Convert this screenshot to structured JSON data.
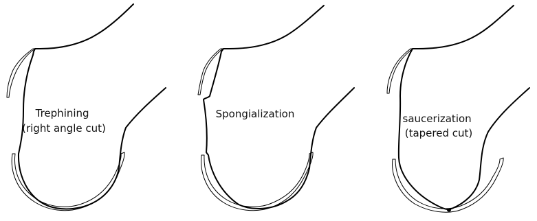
{
  "panels": [
    {
      "id": "trephining",
      "label_lines": [
        "Trephining",
        "(right angle cut)"
      ]
    },
    {
      "id": "spongialization",
      "label_lines": [
        "Spongialization"
      ]
    },
    {
      "id": "saucerization",
      "label_lines": [
        "saucerization",
        "(tapered cut)"
      ]
    }
  ]
}
